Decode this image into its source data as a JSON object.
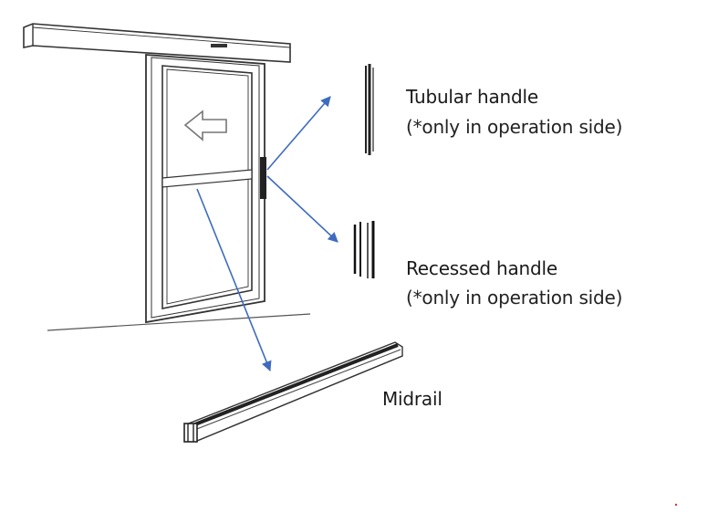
{
  "colors": {
    "line": "#333333",
    "arrow": "#3d6bbf",
    "fill": "#ffffff"
  },
  "labels": {
    "tubular_handle": {
      "title": "Tubular handle",
      "note": "(*only in operation side)"
    },
    "recessed_handle": {
      "title": "Recessed handle",
      "note": "(*only in operation side)"
    },
    "midrail": {
      "title": "Midrail"
    }
  }
}
